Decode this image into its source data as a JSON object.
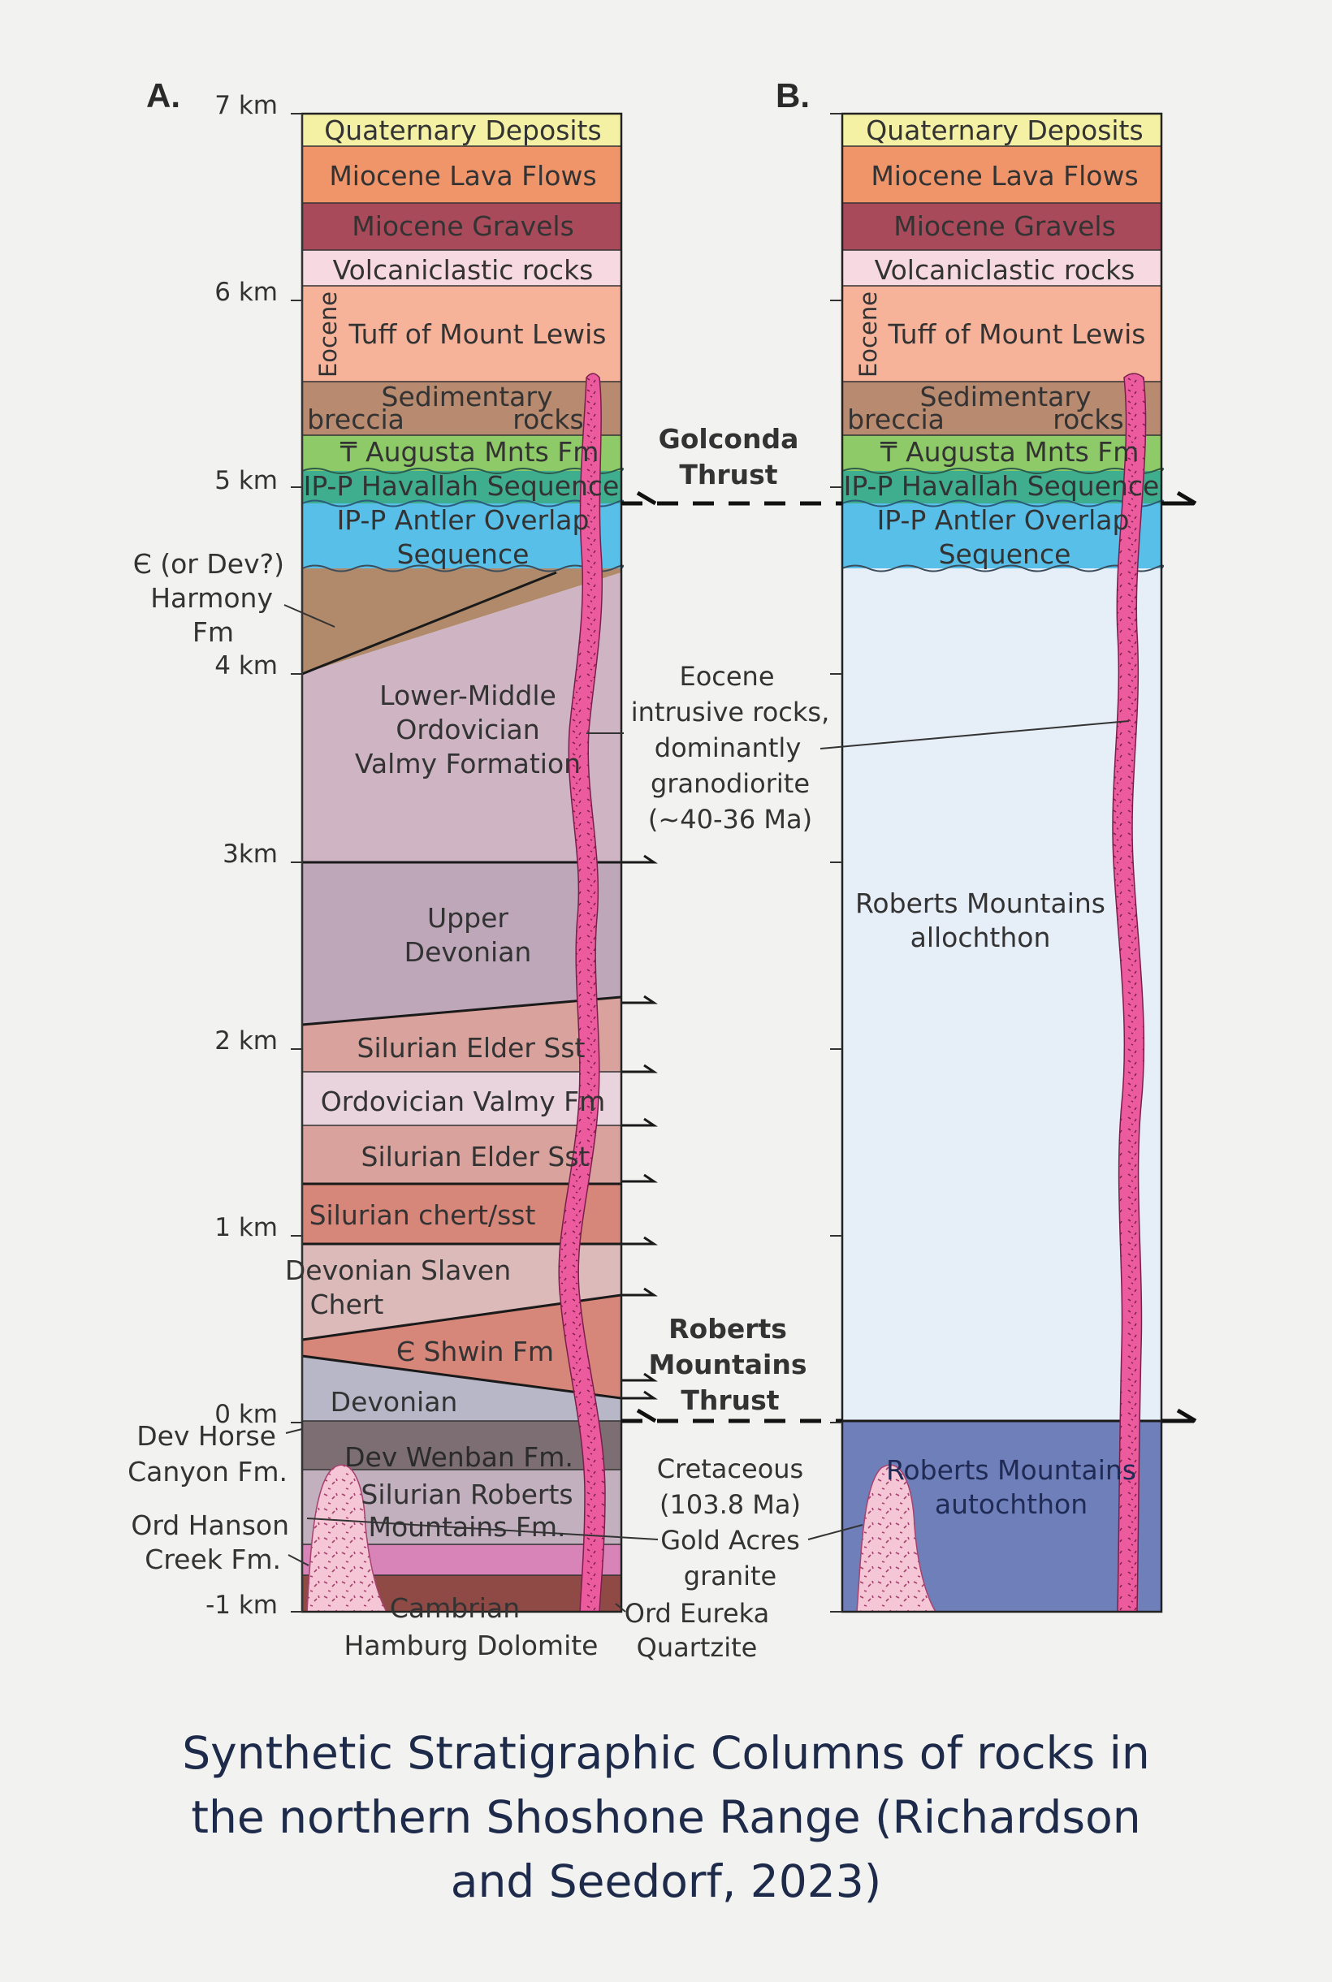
{
  "panels": {
    "a": "A.",
    "b": "B."
  },
  "axis": {
    "7": "7 km",
    "6": "6 km",
    "5": "5 km",
    "4": "4 km",
    "3": "3km",
    "2": "2 km",
    "1": "1 km",
    "0": "0 km",
    "m1": "-1 km"
  },
  "colA": {
    "quaternary": "Quaternary Deposits",
    "miocene_lava": "Miocene Lava Flows",
    "miocene_gravels": "Miocene Gravels",
    "volcaniclastic": "Volcaniclastic rocks",
    "eocene": "Eocene",
    "tuff": "Tuff of Mount Lewis",
    "sedimentary": "Sedimentary",
    "breccia": "breccia",
    "rocks": "rocks",
    "augusta": "₸ Augusta Mnts Fm",
    "havallah": "IP-P Havallah Sequence",
    "antler_1": "IP-P Antler Overlap",
    "antler_2": "Sequence",
    "valmy_1": "Lower-Middle",
    "valmy_2": "Ordovician",
    "valmy_3": "Valmy Formation",
    "updev_1": "Upper",
    "updev_2": "Devonian",
    "elder_1": "Silurian Elder Sst",
    "ordvalmy": "Ordovician Valmy Fm",
    "elder_2": "Silurian Elder Sst",
    "chert": "Silurian chert/sst",
    "slaven_1": "Devonian Slaven",
    "slaven_2": "Chert",
    "shwin": "Є Shwin Fm",
    "devonian": "Devonian",
    "wenban": "Dev Wenban Fm.",
    "srm_1": "Silurian Roberts",
    "srm_2": "Mountains Fm.",
    "cambrian_1": "Cambrian",
    "cambrian_2": "Hamburg Dolomite"
  },
  "leftLabels": {
    "harmony_1": "Є (or Dev?)",
    "harmony_2": "Harmony",
    "harmony_3": "Fm",
    "horse_1": "Dev Horse",
    "horse_2": "Canyon Fm.",
    "hanson_1": "Ord Hanson",
    "hanson_2": "Creek Fm."
  },
  "middle": {
    "golconda_1": "Golconda",
    "golconda_2": "Thrust",
    "eocene_1": "Eocene",
    "eocene_2": "intrusive rocks,",
    "eocene_3": "dominantly",
    "eocene_4": "granodiorite",
    "eocene_5": "(~40-36 Ma)",
    "rmt_1": "Roberts",
    "rmt_2": "Mountains",
    "rmt_3": "Thrust",
    "cret_1": "Cretaceous",
    "cret_2": "(103.8 Ma)",
    "cret_3": "Gold Acres",
    "cret_4": "granite",
    "eureka_1": "Ord Eureka",
    "eureka_2": "Quartzite"
  },
  "colB": {
    "quaternary": "Quaternary Deposits",
    "miocene_lava": "Miocene Lava Flows",
    "miocene_gravels": "Miocene Gravels",
    "volcaniclastic": "Volcaniclastic rocks",
    "eocene": "Eocene",
    "tuff": "Tuff of Mount Lewis",
    "sedimentary": "Sedimentary",
    "breccia": "breccia",
    "rocks": "rocks",
    "augusta": "₸ Augusta Mnts Fm",
    "havallah": "IP-P Havallah Sequence",
    "antler_1": "IP-P Antler Overlap",
    "antler_2": "Sequence",
    "allo_1": "Roberts Mountains",
    "allo_2": "allochthon",
    "auto_1": "Roberts Mountains",
    "auto_2": "autochthon"
  },
  "caption": {
    "line1": "Synthetic Stratigraphic Columns of rocks in",
    "line2": "the northern Shoshone Range (Richardson",
    "line3": "and Seedorf, 2023)"
  },
  "colors": {
    "quaternary": "#f4f1a4",
    "miocene_lava": "#f0956a",
    "miocene_gravels": "#a84a5a",
    "volcaniclastic": "#f7d9e1",
    "tuff": "#f6b39a",
    "sedimentary": "#b88a6f",
    "augusta": "#8fca68",
    "havallah": "#3fae8e",
    "antler": "#58bfe8",
    "harmony": "#b08a6a",
    "valmy": "#cfb5c3",
    "upper_devonian": "#bda7b9",
    "elder": "#d9a29d",
    "ordovician_valmy": "#e9d4dd",
    "slaven": "#dcbab9",
    "shwin": "#d7867a",
    "devonian_grey": "#b7b7c8",
    "wenban": "#7c6e72",
    "silurian_rm": "#c2b0be",
    "hanson": "#d884b8",
    "cambrian": "#8f4a45",
    "intrusion": "#ec5b9e",
    "granite": "#f4c6d6",
    "allochthon": "#e6eef8",
    "autochthon": "#6f7fb9",
    "caption": "#1d2a4a"
  }
}
